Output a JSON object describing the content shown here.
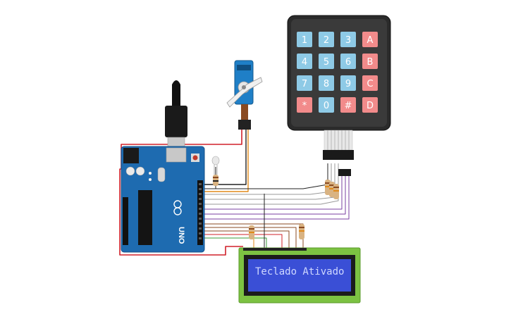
{
  "keypad": {
    "rows": [
      [
        "1",
        "2",
        "3",
        "A"
      ],
      [
        "4",
        "5",
        "6",
        "B"
      ],
      [
        "7",
        "8",
        "9",
        "C"
      ],
      [
        "*",
        "0",
        "#",
        "D"
      ]
    ],
    "colors": {
      "digit": "#8ecae6",
      "letter": "#f28b8b",
      "body": "#2b2b2b"
    }
  },
  "lcd": {
    "text": "Teclado Ativado",
    "screen_color": "#3a4fd6",
    "pcb_color": "#7cc242"
  },
  "arduino": {
    "logo": "UNO",
    "board_color": "#1e6bb0"
  },
  "servo": {
    "body_color": "#1f7fc7"
  },
  "wire_colors": {
    "red": "#d0202a",
    "black": "#222222",
    "orange": "#e08a1a",
    "gray": "#9a9a9a",
    "purple": "#7a3fa0",
    "brown": "#8a4a20",
    "green": "#3a9a3a"
  }
}
